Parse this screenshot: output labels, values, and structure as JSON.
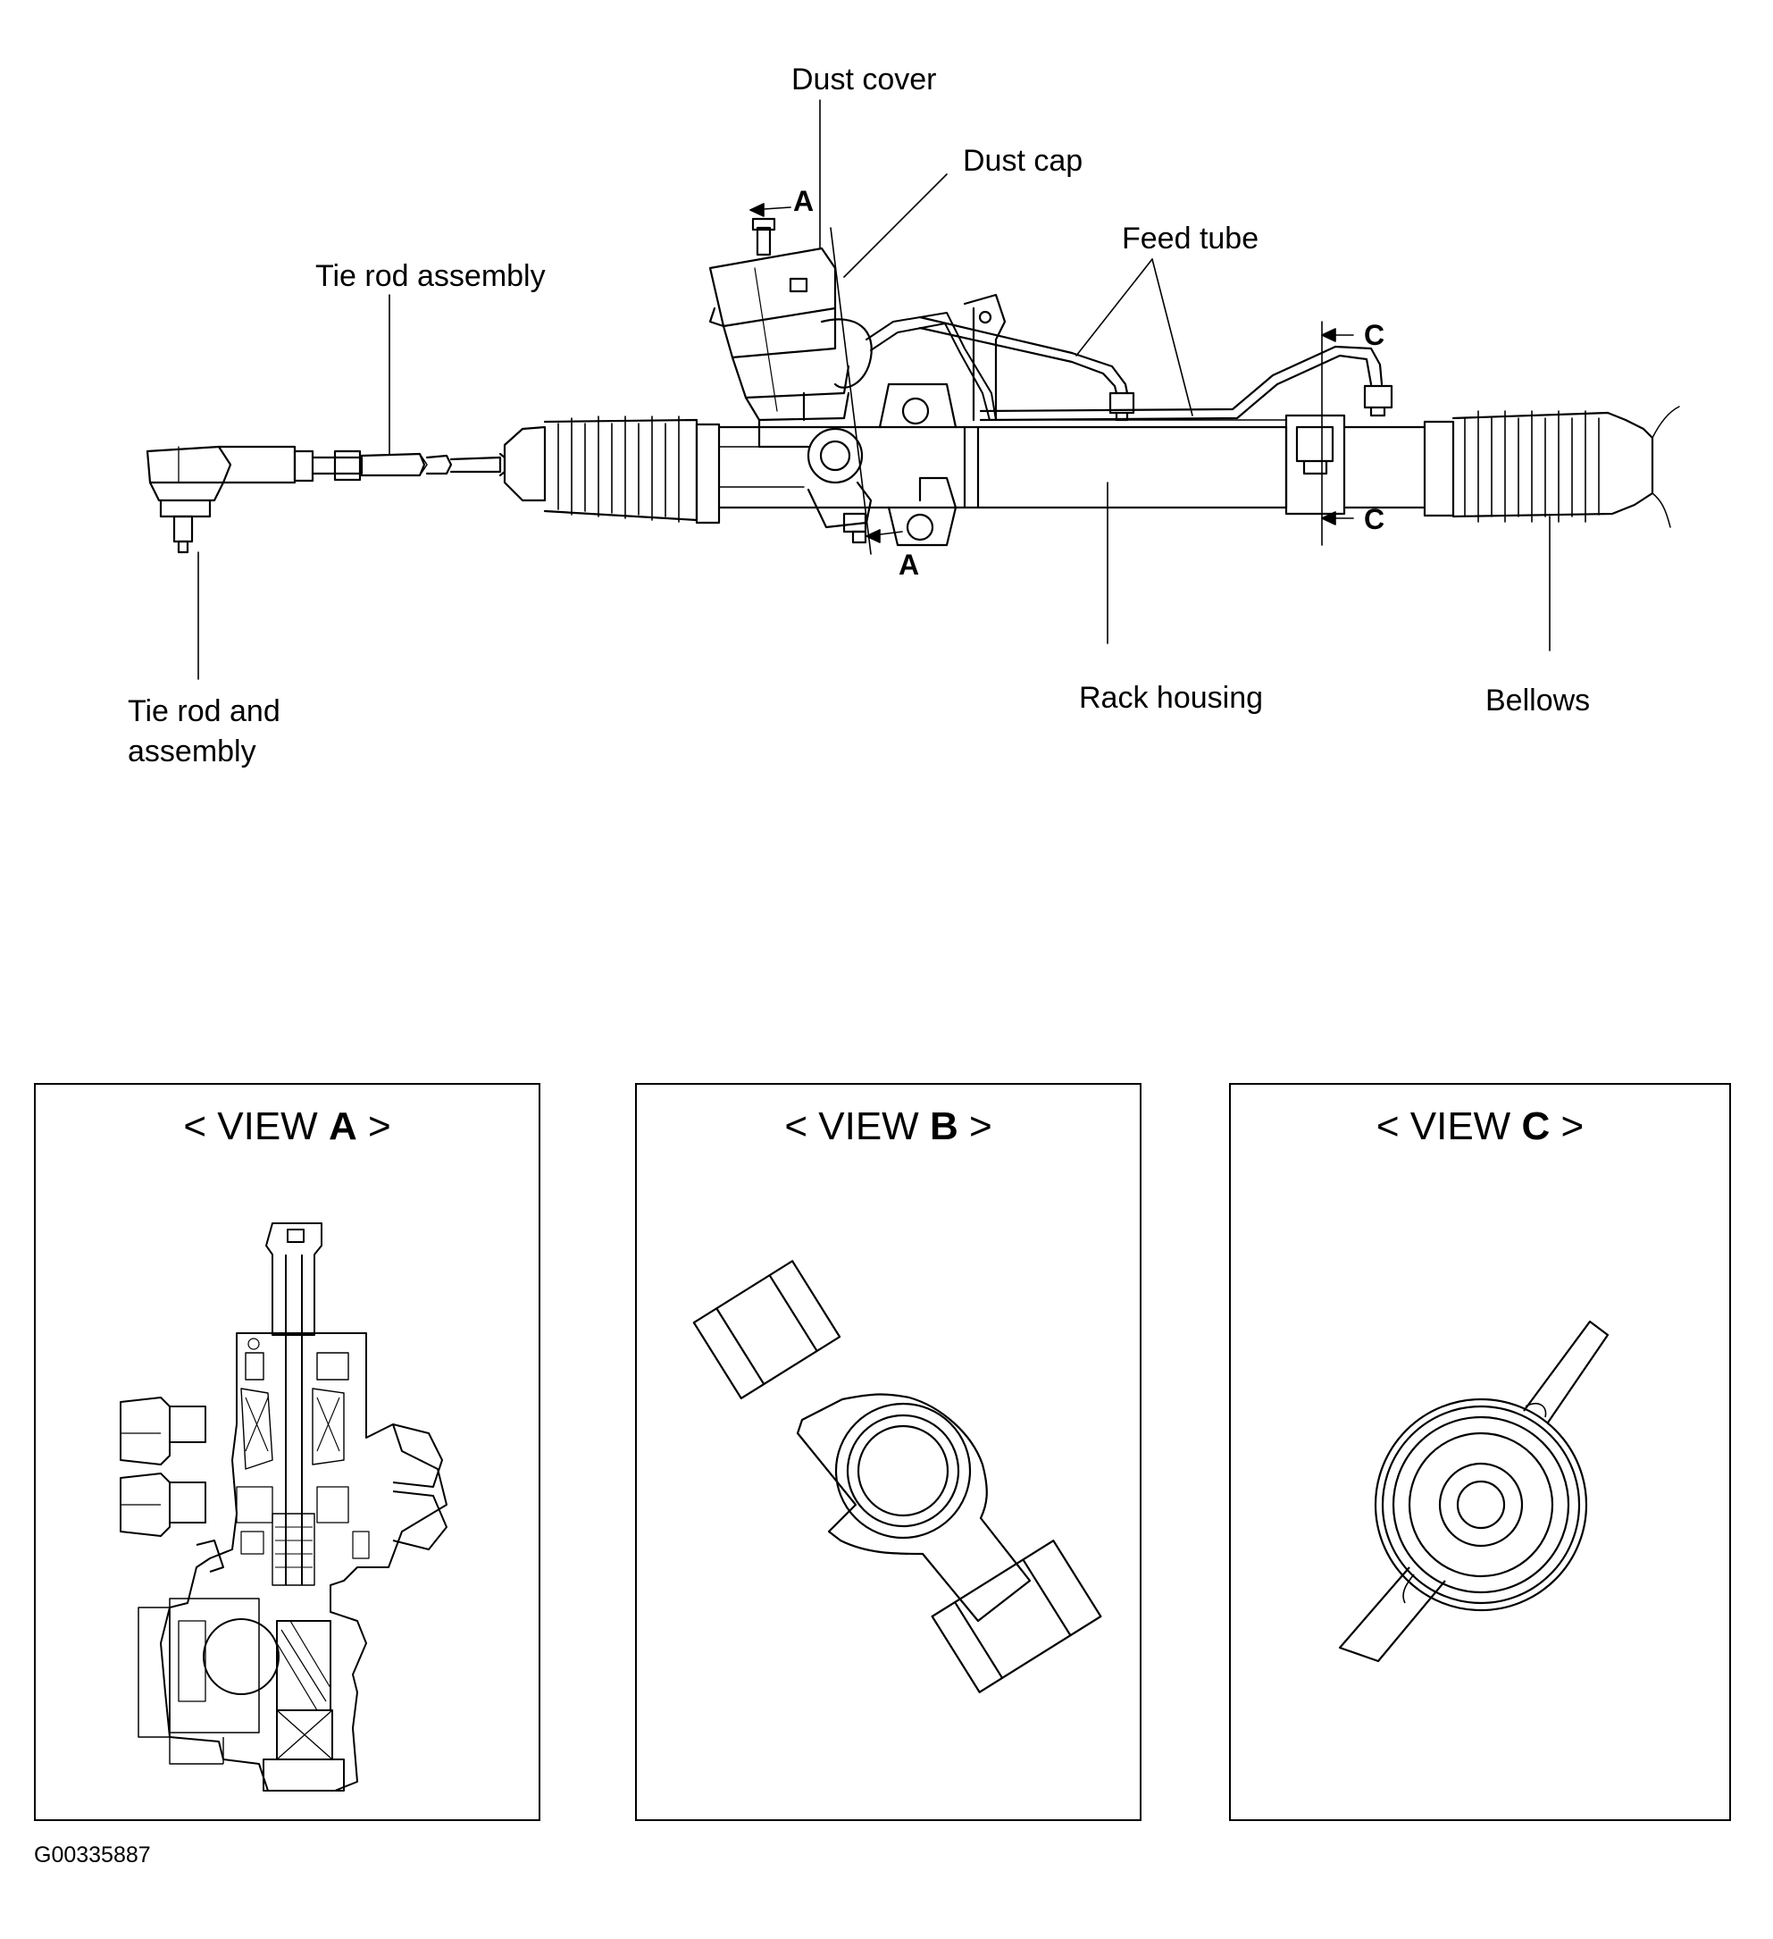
{
  "labels": {
    "dust_cover": "Dust cover",
    "dust_cap": "Dust cap",
    "feed_tube": "Feed tube",
    "tie_rod_assembly": "Tie rod assembly",
    "tie_rod_end_line1": "Tie rod and",
    "tie_rod_end_line2": "assembly",
    "rack_housing": "Rack housing",
    "bellows": "Bellows"
  },
  "section_marks": {
    "a": "A",
    "c": "C"
  },
  "views": [
    {
      "prefix": "< VIEW ",
      "letter": "A",
      "suffix": " >"
    },
    {
      "prefix": "< VIEW ",
      "letter": "B",
      "suffix": " >"
    },
    {
      "prefix": "< VIEW ",
      "letter": "C",
      "suffix": " >"
    }
  ],
  "figure_code": "G00335887"
}
